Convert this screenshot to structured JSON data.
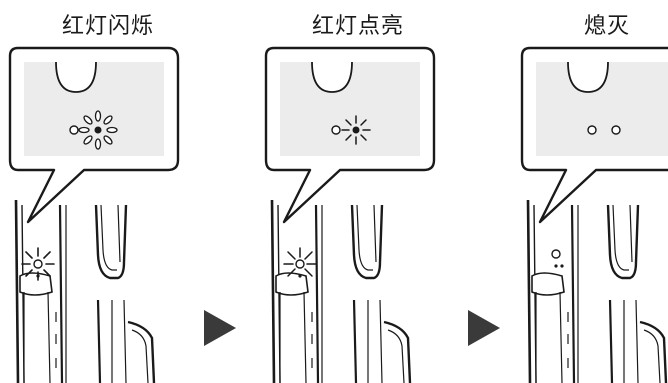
{
  "panels": [
    {
      "title": "红灯闪烁",
      "state": "flashing"
    },
    {
      "title": "红灯点亮",
      "state": "lit"
    },
    {
      "title": "熄灭",
      "state": "off"
    }
  ],
  "colors": {
    "stroke": "#1a1a1a",
    "panel_fill": "#ececec",
    "arrow": "#3a3a3a"
  },
  "icons": [
    "arrow-right-icon",
    "led-indicator-icon"
  ]
}
